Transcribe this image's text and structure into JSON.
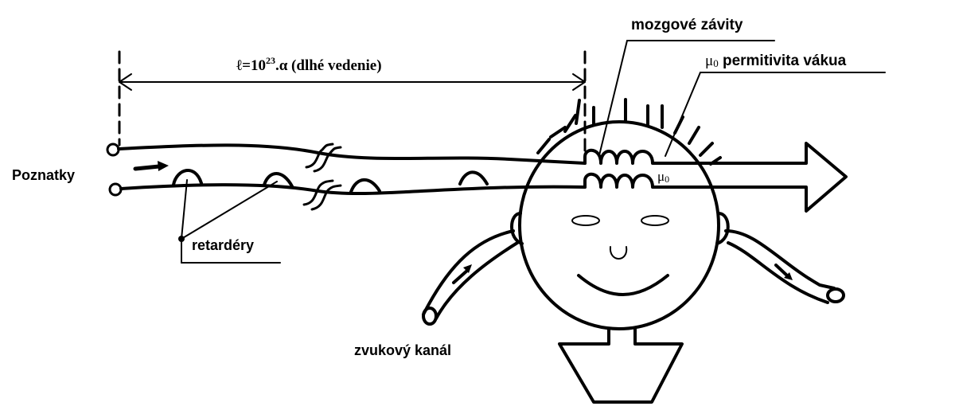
{
  "labels": {
    "length_prefix": "ℓ=10",
    "length_exp": "23",
    "length_suffix": ".α  (dlhé vedenie)",
    "brain_coils": "mozgové závity",
    "permittivity_symbol": "μ",
    "permittivity_sub": "0",
    "permittivity_text": " permitivita vákua",
    "mu_symbol": "μ",
    "mu_sub": "0",
    "input": "Poznatky",
    "retarders": "retardéry",
    "sound_channel": "zvukový kanál"
  },
  "colors": {
    "ink": "#000000",
    "background": "#ffffff"
  }
}
